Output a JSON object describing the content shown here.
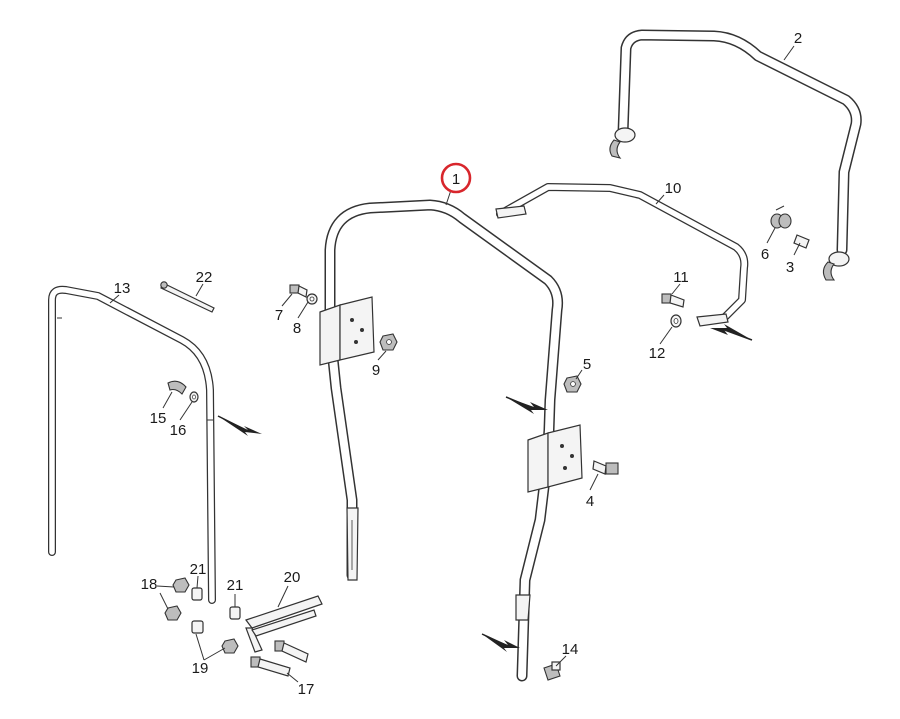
{
  "diagram": {
    "highlight_color": "#d8262c",
    "highlighted_callout": "1",
    "callouts": {
      "c1": "1",
      "c2": "2",
      "c3": "3",
      "c4": "4",
      "c5": "5",
      "c6": "6",
      "c7": "7",
      "c8": "8",
      "c9": "9",
      "c10": "10",
      "c11": "11",
      "c12": "12",
      "c13": "13",
      "c14": "14",
      "c15": "15",
      "c16": "16",
      "c17": "17",
      "c18": "18",
      "c19": "19",
      "c20": "20",
      "c21a": "21",
      "c21b": "21",
      "c22": "22"
    }
  }
}
